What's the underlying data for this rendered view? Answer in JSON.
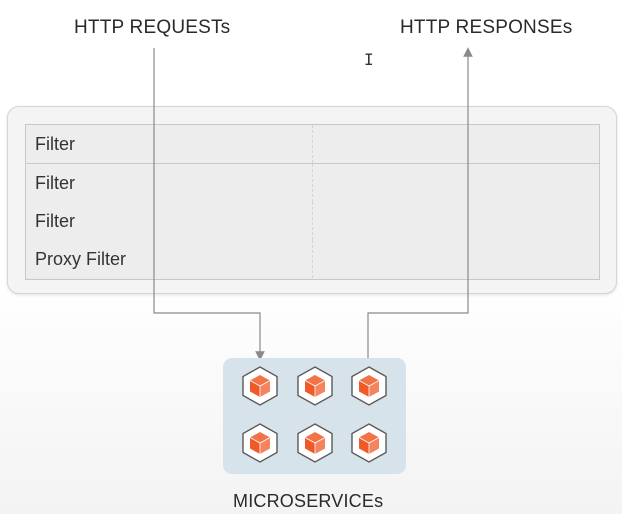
{
  "labels": {
    "requests": "HTTP REQUESTs",
    "responses": "HTTP RESPONSEs",
    "microservices": "MICROSERVICEs"
  },
  "filters": [
    {
      "label": "Filter"
    },
    {
      "label": "Filter"
    },
    {
      "label": "Filter"
    },
    {
      "label": "Proxy Filter"
    }
  ],
  "microservice_icons": [
    "microservice-cube-icon",
    "microservice-cube-icon",
    "microservice-cube-icon",
    "microservice-cube-icon",
    "microservice-cube-icon",
    "microservice-cube-icon"
  ],
  "colors": {
    "cube_orange": "#f05a28",
    "micro_panel": "#d7e3ea",
    "arrow": "#8a8a8a"
  },
  "cursor_icon": "text-cursor-icon"
}
